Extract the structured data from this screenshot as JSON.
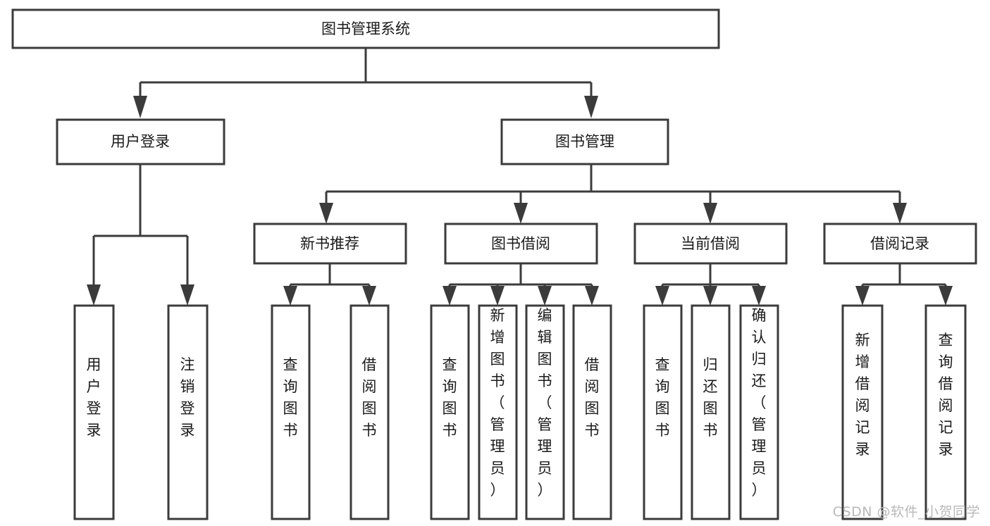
{
  "diagram": {
    "title": "图书管理系统",
    "type": "tree",
    "watermark": "CSDN @软件_小贺同学",
    "colors": {
      "box_stroke": "#3b3b3b",
      "box_fill": "#ffffff",
      "text": "#1a1a1a",
      "watermark": "#b9b9b9",
      "background": "#ffffff"
    },
    "levels": {
      "root": {
        "label": "图书管理系统"
      },
      "level2": [
        {
          "label": "用户登录"
        },
        {
          "label": "图书管理"
        }
      ],
      "level3": [
        {
          "label": "新书推荐"
        },
        {
          "label": "图书借阅"
        },
        {
          "label": "当前借阅"
        },
        {
          "label": "借阅记录"
        }
      ],
      "leaves": [
        {
          "label": "用户登录",
          "parent": "用户登录"
        },
        {
          "label": "注销登录",
          "parent": "用户登录"
        },
        {
          "label": "查询图书",
          "parent": "新书推荐"
        },
        {
          "label": "借阅图书",
          "parent": "新书推荐"
        },
        {
          "label": "查询图书",
          "parent": "图书借阅"
        },
        {
          "label": "新增图书（管理员）",
          "parent": "图书借阅"
        },
        {
          "label": "编辑图书（管理员）",
          "parent": "图书借阅"
        },
        {
          "label": "借阅图书",
          "parent": "图书借阅"
        },
        {
          "label": "查询图书",
          "parent": "当前借阅"
        },
        {
          "label": "归还图书",
          "parent": "当前借阅"
        },
        {
          "label": "确认归还（管理员）",
          "parent": "当前借阅"
        },
        {
          "label": "新增借阅记录",
          "parent": "借阅记录"
        },
        {
          "label": "查询借阅记录",
          "parent": "借阅记录"
        }
      ]
    }
  }
}
